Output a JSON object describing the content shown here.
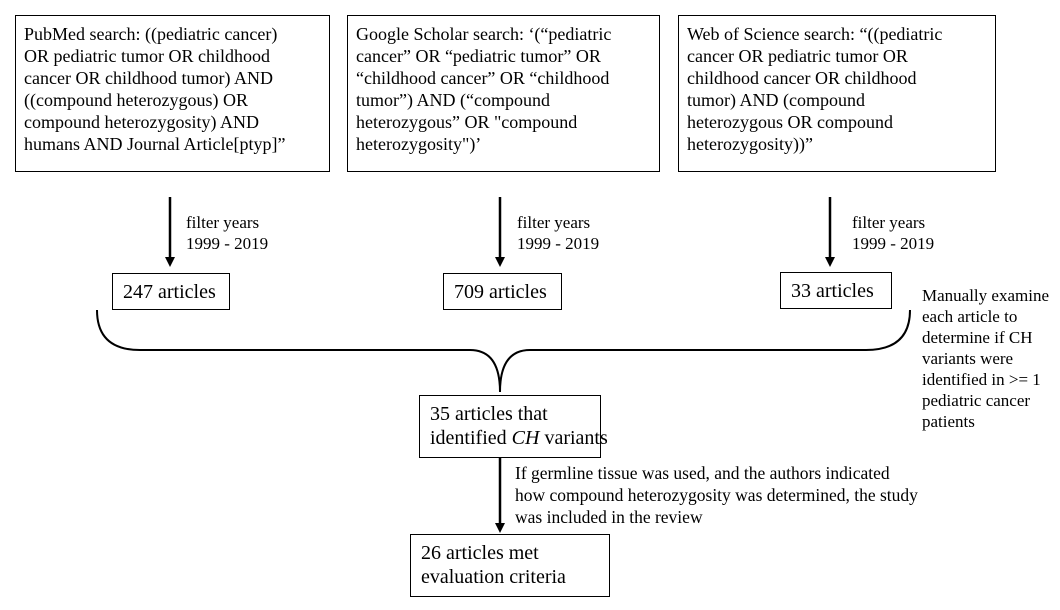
{
  "search_boxes": [
    {
      "lines": [
        "PubMed search: ((pediatric cancer)",
        "OR pediatric tumor OR childhood",
        "cancer OR childhood tumor) AND",
        "((compound heterozygous) OR",
        "compound heterozygosity) AND",
        "humans AND Journal Article[ptyp]”"
      ]
    },
    {
      "lines": [
        "Google Scholar search: ‘(“pediatric",
        "cancer” OR “pediatric tumor” OR",
        "“childhood cancer” OR “childhood",
        "tumor”) AND (“compound",
        "heterozygous” OR \"compound",
        "heterozygosity\")’"
      ]
    },
    {
      "lines": [
        "Web of Science search: “((pediatric",
        "cancer OR pediatric tumor OR",
        "childhood cancer OR childhood",
        "tumor) AND (compound",
        "heterozygous OR compound",
        "heterozygosity))”"
      ]
    }
  ],
  "filter_labels": [
    {
      "line1": "filter years",
      "line2": "1999 - 2019"
    },
    {
      "line1": "filter years",
      "line2": "1999 - 2019"
    },
    {
      "line1": "filter years",
      "line2": "1999 - 2019"
    }
  ],
  "count_boxes": [
    "247 articles",
    "709 articles",
    "33 articles"
  ],
  "manual_note": [
    "Manually examine",
    "each article to",
    "determine if CH",
    "variants were",
    "identified in >= 1",
    "pediatric cancer",
    "patients"
  ],
  "ch_box": {
    "line1": "35 articles that",
    "line2_prefix": "identified ",
    "line2_italic": "CH",
    "line2_suffix": " variants"
  },
  "criteria_note": [
    "If germline tissue was used, and the authors indicated",
    "how compound heterozygosity was determined, the study",
    "was included in the review"
  ],
  "final_box": [
    "26 articles met",
    "evaluation criteria"
  ]
}
